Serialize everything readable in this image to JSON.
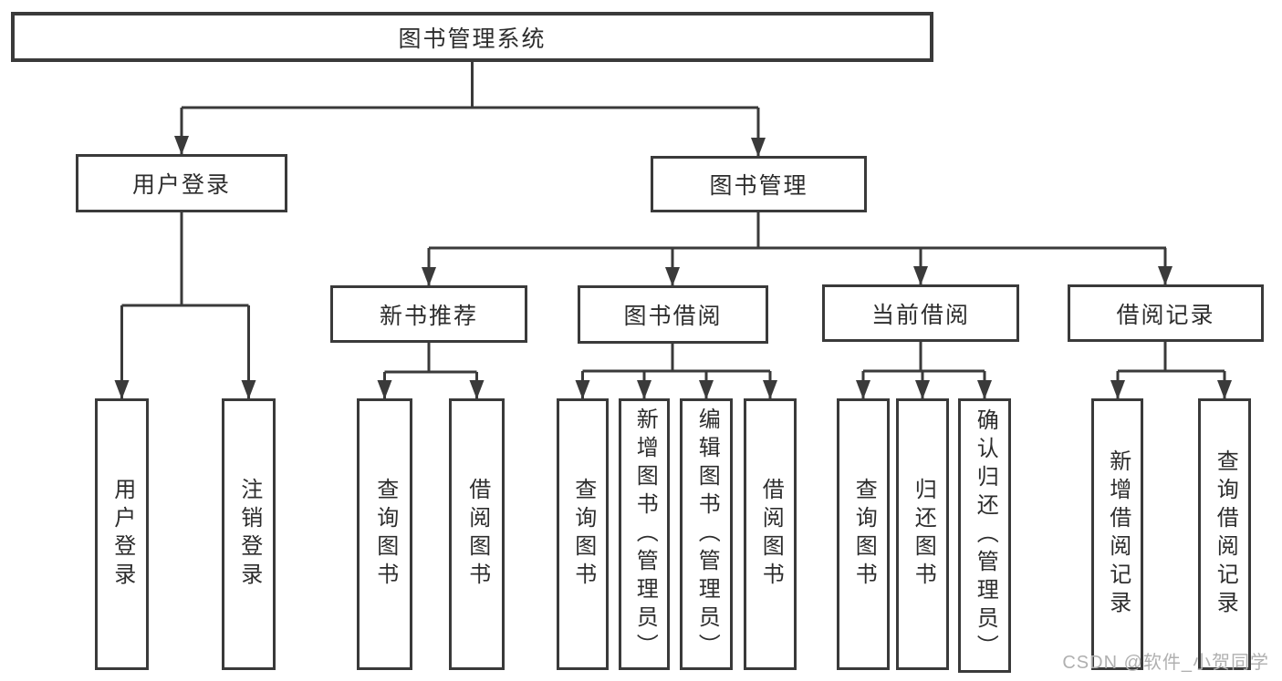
{
  "colors": {
    "line": "#3a3a3a",
    "box_border": "#3a3a3a",
    "box_fill": "#ffffff",
    "text": "#2d2d2d",
    "watermark_text_color": "#b0b0b0",
    "background": "#ffffff"
  },
  "watermark": {
    "text": "CSDN @软件_小贺同学"
  },
  "tree": {
    "label": "图书管理系统",
    "children": [
      {
        "label": "用户登录",
        "children": [
          {
            "label": "用户登录"
          },
          {
            "label": "注销登录"
          }
        ]
      },
      {
        "label": "图书管理",
        "children": [
          {
            "label": "新书推荐",
            "children": [
              {
                "label": "查询图书"
              },
              {
                "label": "借阅图书"
              }
            ]
          },
          {
            "label": "图书借阅",
            "children": [
              {
                "label": "查询图书"
              },
              {
                "label": "新增图书（管理员）"
              },
              {
                "label": "编辑图书（管理员）"
              },
              {
                "label": "借阅图书"
              }
            ]
          },
          {
            "label": "当前借阅",
            "children": [
              {
                "label": "查询图书"
              },
              {
                "label": "归还图书"
              },
              {
                "label": "确认归还（管理员）"
              }
            ]
          },
          {
            "label": "借阅记录",
            "children": [
              {
                "label": "新增借阅记录"
              },
              {
                "label": "查询借阅记录"
              }
            ]
          }
        ]
      }
    ]
  }
}
